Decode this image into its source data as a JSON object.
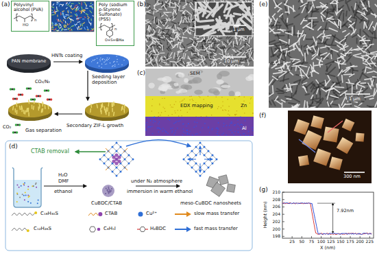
{
  "diagram": {
    "nodes": [
      {
        "text": [
          "Polyvinyl alcohol (PVA)"
        ]
      },
      {
        "text": [
          "Poly (sodium p-Styrene Sulfonate) (PSS)"
        ]
      }
    ],
    "labels": [
      "(a)",
      "HO",
      "n",
      "n",
      "O=S=O",
      "ONa",
      "HNTs coating",
      "PAN membrane",
      "Seeding layer deposition",
      "Secondary ZIF-L growth",
      "CO₂/N₂",
      "CO₂",
      "Gas separation",
      "(b)",
      "1 μm",
      "10 μm",
      "(c)",
      "SEM",
      "EDX mapping",
      "Zn",
      "Al",
      "(d)",
      "CTAB removal",
      "H₂O",
      "DMF",
      "ethanol",
      "under N₂ atmosphere",
      "immersion in warm ethanol",
      "CuBDC/CTAB",
      "meso-CuBDC nanosheets",
      "(e)",
      "1 μm",
      "(f)",
      "300 nm",
      "(g)",
      "210",
      "208",
      "206",
      "204",
      "202",
      "200",
      "198",
      "Height (nm)",
      "25",
      "50",
      "75",
      "100",
      "125",
      "150",
      "175",
      "200",
      "225",
      "X (nm)",
      "7.92nm"
    ],
    "legend": [
      {
        "text": "C₁₈H₃₀S"
      },
      {
        "text": "CTAB"
      },
      {
        "text": "Cu²⁺",
        "color": "#2f6fd6"
      },
      {
        "text": "slow mass transfer"
      },
      {
        "text": "C₁₂H₂₆S"
      },
      {
        "text": "C₆H₅I"
      },
      {
        "text": "H₂BDC"
      },
      {
        "text": "fast mass transfer"
      }
    ]
  }
}
